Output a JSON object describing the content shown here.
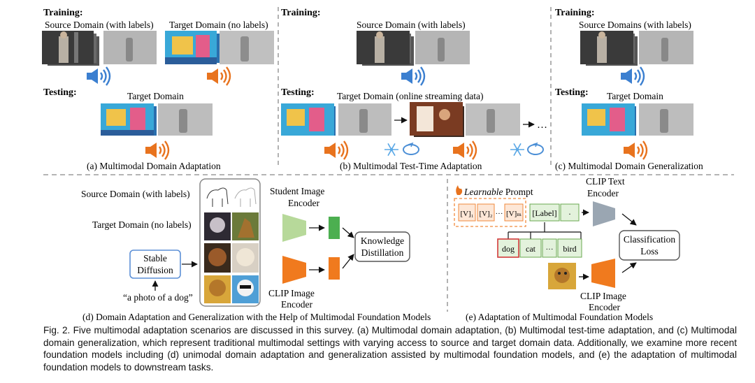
{
  "panel_a": {
    "training": "Training:",
    "source_label": "Source Domain (with labels)",
    "target_label": "Target Domain (no labels)",
    "testing": "Testing:",
    "test_label": "Target Domain",
    "caption": "(a) Multimodal Domain Adaptation"
  },
  "panel_b": {
    "training": "Training:",
    "source_label": "Source Domain (with labels)",
    "testing": "Testing:",
    "test_label": "Target Domain (online streaming data)",
    "ellipsis": "…",
    "caption": "(b) Multimodal Test-Time Adaptation"
  },
  "panel_c": {
    "training": "Training:",
    "source_label": "Source Domains (with labels)",
    "testing": "Testing:",
    "test_label": "Target Domain",
    "caption": "(c) Multimodal Domain Generalization"
  },
  "panel_d": {
    "source_label": "Source Domain (with labels)",
    "target_label": "Target Domain (no labels)",
    "diffusion_line1": "Stable",
    "diffusion_line2": "Diffusion",
    "prompt_text": "“a photo of a dog”",
    "student_line1": "Student Image",
    "student_line2": "Encoder",
    "clip_line1": "CLIP Image",
    "clip_line2": "Encoder",
    "kd_line1": "Knowledge",
    "kd_line2": "Distillation",
    "caption": "(d) Domain Adaptation and Generalization with the Help of Multimodal Foundation Models"
  },
  "panel_e": {
    "learnable": "Learnable",
    "prompt": " Prompt",
    "tokens": [
      "[V]₁",
      "[V]₂",
      "···",
      "[V]ₘ"
    ],
    "label_token": "[Label]",
    "period": ".",
    "classes": [
      "dog",
      "cat",
      "···",
      "bird"
    ],
    "text_encoder_line1": "CLIP Text",
    "text_encoder_line2": "Encoder",
    "image_encoder_line1": "CLIP Image",
    "image_encoder_line2": "Encoder",
    "loss_line1": "Classification",
    "loss_line2": "Loss",
    "caption": "(e) Adaptation of Multimodal Foundation Models"
  },
  "figure_caption": "Fig. 2. Five multimodal adaptation scenarios are discussed in this survey. (a) Multimodal domain adaptation, (b) Multimodal test-time adaptation, and (c) Multimodal domain generalization, which represent traditional multimodal settings with varying access to source and target domain data. Additionally, we examine more recent foundation models including (d) unimodal domain adaptation and generalization assisted by multimodal foundation models, and (e) the adaptation of multimodal foundation models to downstream tasks.",
  "colors": {
    "source_audio": "#3b7fd0",
    "target_audio": "#e8731e",
    "student_encoder": "#b7d99a",
    "student_feature": "#4caf50",
    "clip_encoder": "#f07a1e",
    "text_encoder": "#9aa6b2",
    "diffusion_border": "#5b8fd6",
    "prompt_border": "#f08a3c",
    "dog_border": "#d23a3a",
    "class_fill": "#e3f2dc"
  }
}
